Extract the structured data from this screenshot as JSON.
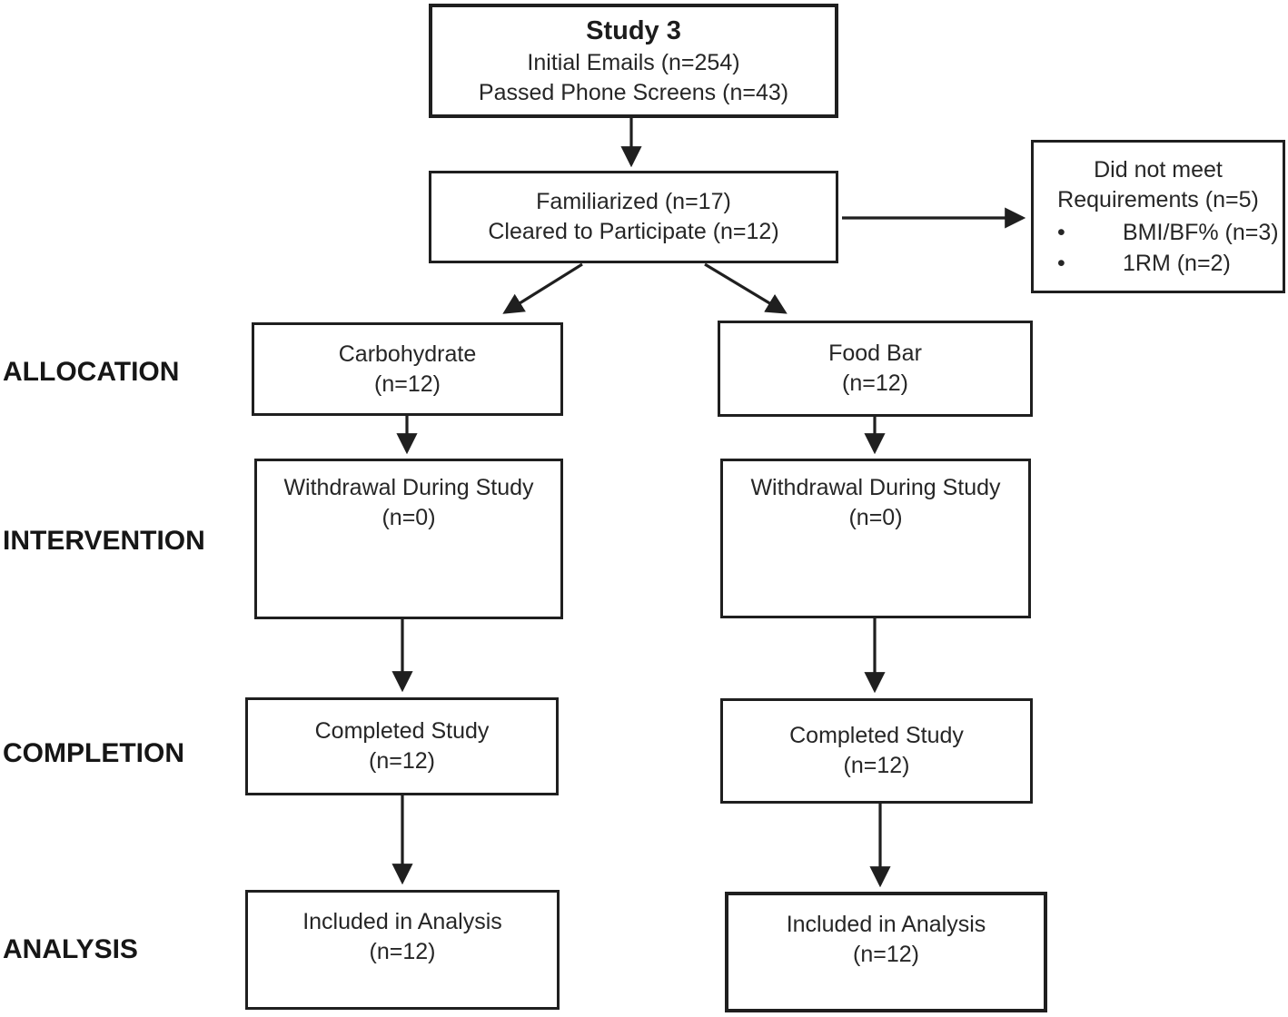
{
  "diagram": {
    "stages": [
      {
        "label": "ALLOCATION"
      },
      {
        "label": "INTERVENTION"
      },
      {
        "label": "COMPLETION"
      },
      {
        "label": "ANALYSIS"
      }
    ],
    "boxes": {
      "study": {
        "title": "Study 3",
        "lines": [
          "Initial Emails (n=254)",
          "Passed Phone Screens (n=43)"
        ]
      },
      "familiarized": {
        "lines": [
          "Familiarized (n=17)",
          "Cleared to Participate (n=12)"
        ]
      },
      "excluded": {
        "lines": [
          "Did not meet",
          "Requirements (n=5)"
        ],
        "bullets": [
          "BMI/BF% (n=3)",
          "1RM (n=2)"
        ]
      },
      "carbohydrate": {
        "lines": [
          "Carbohydrate",
          "(n=12)"
        ]
      },
      "food_bar": {
        "lines": [
          "Food Bar",
          "(n=12)"
        ]
      },
      "withdrawal_carb": {
        "lines": [
          "Withdrawal During Study",
          "(n=0)"
        ]
      },
      "withdrawal_food_bar": {
        "lines": [
          "Withdrawal During Study",
          "(n=0)"
        ]
      },
      "completed_carb": {
        "lines": [
          "Completed Study",
          "(n=12)"
        ]
      },
      "completed_food_bar": {
        "lines": [
          "Completed Study",
          "(n=12)"
        ]
      },
      "analysis_carb": {
        "lines": [
          "Included in Analysis",
          "(n=12)"
        ]
      },
      "analysis_food_bar": {
        "lines": [
          "Included in Analysis",
          "(n=12)"
        ]
      }
    },
    "edges": [
      {
        "from": "study",
        "to": "familiarized"
      },
      {
        "from": "familiarized",
        "to": "excluded"
      },
      {
        "from": "familiarized",
        "to": "carbohydrate"
      },
      {
        "from": "familiarized",
        "to": "food_bar"
      },
      {
        "from": "carbohydrate",
        "to": "withdrawal_carb"
      },
      {
        "from": "food_bar",
        "to": "withdrawal_food_bar"
      },
      {
        "from": "withdrawal_carb",
        "to": "completed_carb"
      },
      {
        "from": "withdrawal_food_bar",
        "to": "completed_food_bar"
      },
      {
        "from": "completed_carb",
        "to": "analysis_carb"
      },
      {
        "from": "completed_food_bar",
        "to": "analysis_food_bar"
      }
    ],
    "colors": {
      "ink": "#1f1f1f",
      "box_background": "#ffffff",
      "page_background": "#ffffff"
    }
  }
}
